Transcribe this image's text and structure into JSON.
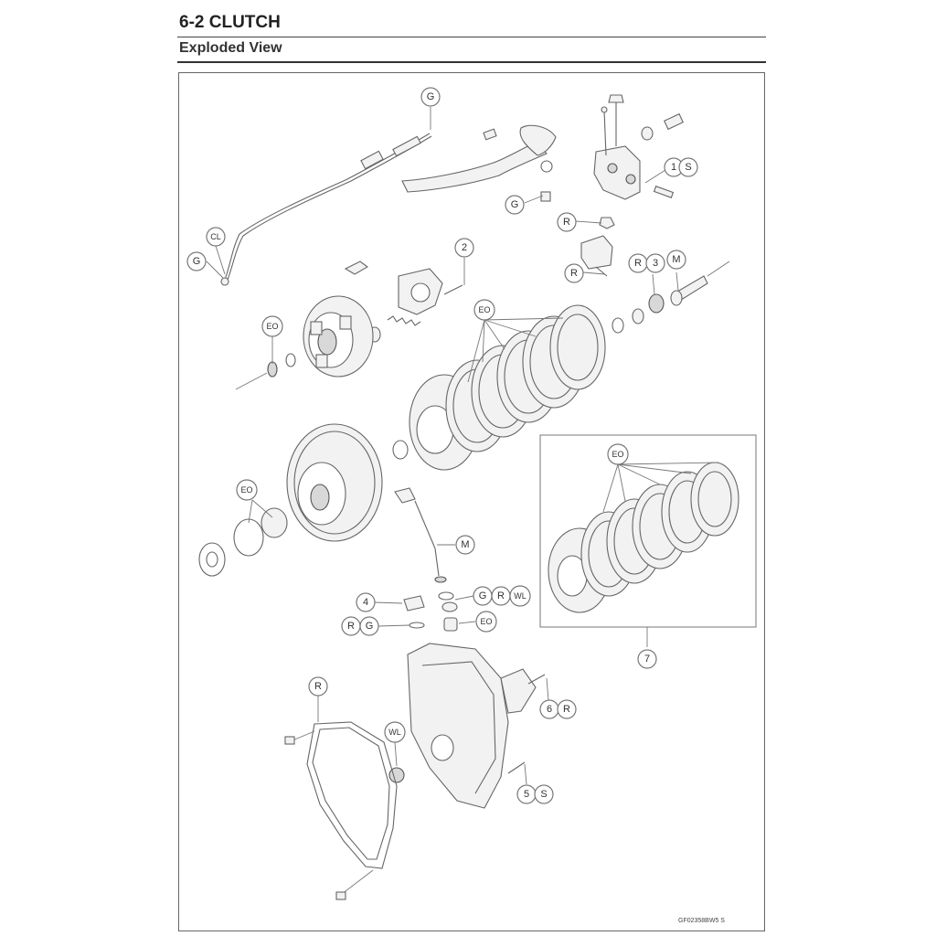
{
  "header": {
    "section_title": "6-2 CLUTCH",
    "sub_title": "Exploded View"
  },
  "figure": {
    "code": "GF02358BW5  S",
    "callouts": {
      "g_top": "G",
      "cl": "CL",
      "g_cable_end": "G",
      "num1": "1",
      "s1": "S",
      "g_lever": "G",
      "r_nut": "R",
      "num2": "2",
      "r_switch": "R",
      "r3": "R",
      "num3": "3",
      "m_rod": "M",
      "eo_hub": "EO",
      "eo_plates": "EO",
      "eo_inset": "EO",
      "eo_bearing": "EO",
      "m_shaft": "M",
      "num4": "4",
      "g_ring": "G",
      "r_ring": "R",
      "wl_ring": "WL",
      "r_oring": "R",
      "g_oring": "G",
      "eo_bush": "EO",
      "num7": "7",
      "r_gasket": "R",
      "num6": "6",
      "r6": "R",
      "wl_seal": "WL",
      "num5": "5",
      "s5": "S"
    }
  }
}
